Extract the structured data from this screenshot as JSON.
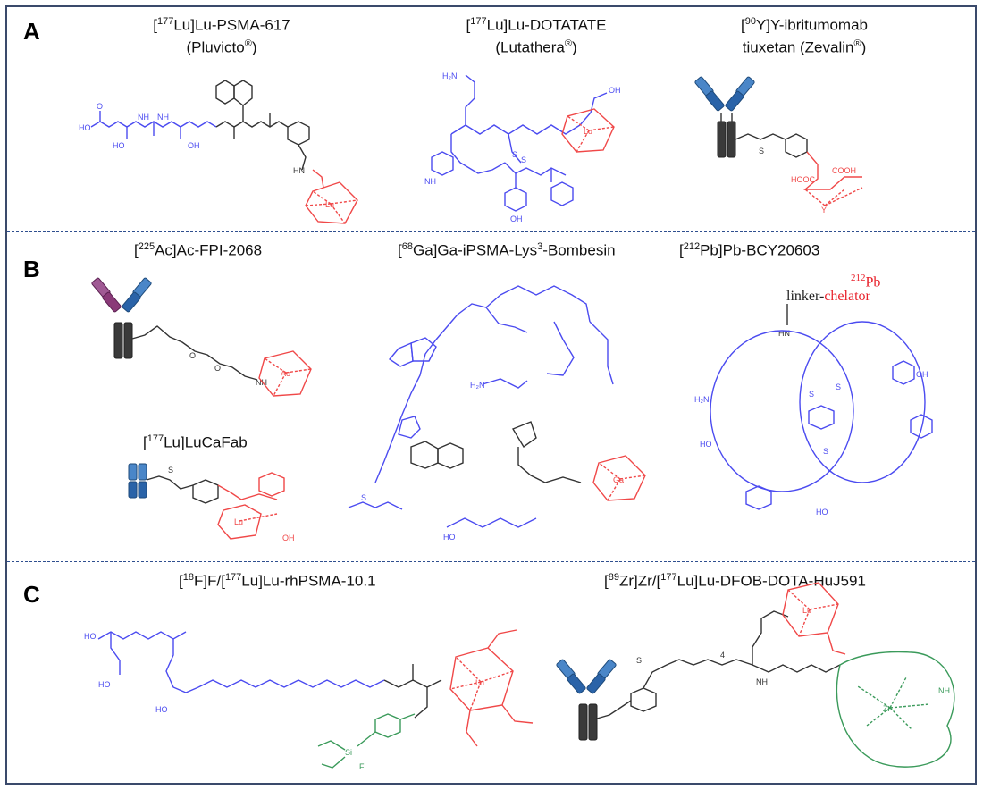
{
  "figure": {
    "panels": [
      {
        "letter": "A",
        "compounds": [
          {
            "isotope": "177",
            "title_main": "Lu]Lu-PSMA-617",
            "title_sub": "(Pluvicto",
            "brand_mark": "®",
            "close": ")"
          },
          {
            "isotope": "177",
            "title_main": "Lu]Lu-DOTATATE",
            "title_sub": "(Lutathera",
            "brand_mark": "®",
            "close": ")"
          },
          {
            "isotope": "90",
            "title_main": "Y]Y-ibritumomab",
            "title_sub": "tiuxetan (Zevalin",
            "brand_mark": "®",
            "close": ")"
          }
        ]
      },
      {
        "letter": "B",
        "compounds": [
          {
            "isotope": "225",
            "title_main": "Ac]Ac-FPI-2068"
          },
          {
            "isotope": "68",
            "title_main": "Ga]Ga-iPSMA-Lys",
            "sup2": "3",
            "title_tail": "-Bombesin"
          },
          {
            "isotope": "212",
            "title_main": "Pb]Pb-BCY20603"
          },
          {
            "isotope": "177",
            "title_main": "Lu]LuCaFab"
          }
        ],
        "annotation": {
          "linker": "linker-",
          "chelator": "chelator",
          "metal_isotope": "212",
          "metal": "Pb"
        }
      },
      {
        "letter": "C",
        "compounds": [
          {
            "isotope": "18",
            "title_main": "F]F/[",
            "isotope2": "177",
            "title_tail": "Lu]Lu-rhPSMA-10.1"
          },
          {
            "isotope": "89",
            "title_main": "Zr]Zr/[",
            "isotope2": "177",
            "title_tail": "Lu]Lu-DFOB-DOTA-HuJ591"
          }
        ]
      }
    ],
    "atom_labels": {
      "HO": "HO",
      "OH": "OH",
      "NH": "NH",
      "H": "H",
      "N": "N",
      "O": "O",
      "S": "S",
      "COOH": "COOH",
      "HOOC": "HOOC",
      "H2N": "H₂N",
      "HN": "HN",
      "Lu": "Lu",
      "Lu_iso": "177",
      "Ac": "Ac",
      "Ac_iso": "225",
      "Ga": "Ga",
      "Ga_iso": "68",
      "Y": "Y",
      "Y_iso": "90",
      "Zr": "Zr",
      "Zr_iso": "89",
      "Si": "Si",
      "F": "F",
      "sub4": "4"
    },
    "colors": {
      "targeting_vector": "#4b4bf0",
      "chelator": "#f04848",
      "linker": "#333333",
      "fluorine_acceptor": "#3a9a5a",
      "antibody_blue": "#2a63a8",
      "antibody_purple": "#8a3a78",
      "antibody_fc": "#3a3a3a",
      "divider": "#2f4f8f"
    }
  }
}
